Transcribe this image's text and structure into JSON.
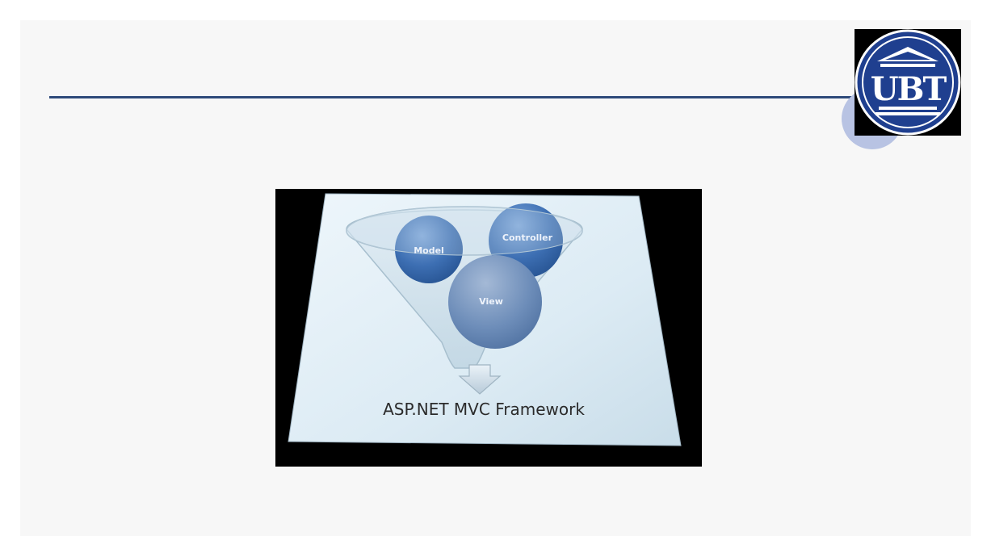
{
  "slide": {
    "logo": {
      "text": "UBT",
      "icon": "university-building-logo",
      "colors": {
        "ring": "#1f3f8f",
        "frame": "#000000"
      }
    },
    "diagram": {
      "bubbles": {
        "model": "Model",
        "controller": "Controller",
        "view": "View"
      },
      "caption": "ASP.NET MVC Framework",
      "icon": "down-arrow-icon"
    },
    "accent_color": "#2e4a7a"
  }
}
